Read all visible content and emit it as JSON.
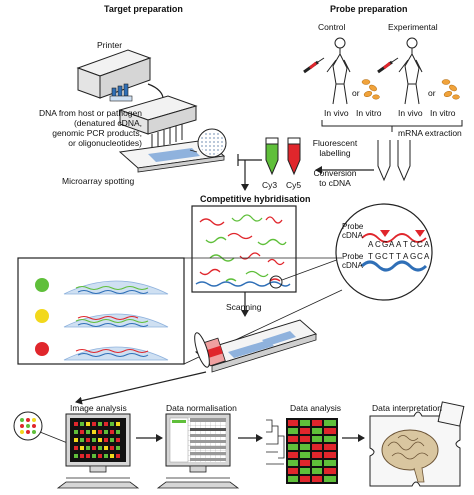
{
  "headers": {
    "target_preparation": "Target preparation",
    "probe_preparation": "Probe preparation",
    "competitive_hybridisation": "Competitive hybridisation"
  },
  "target": {
    "printer": "Printer",
    "dna_source": [
      "DNA from host or pathogen",
      "(denatured cDNA,",
      "genomic PCR products,",
      "or oligonucleotides)"
    ],
    "spotting": "Microarray spotting"
  },
  "probe": {
    "control": "Control",
    "experimental": "Experimental",
    "or_1": "or",
    "or_2": "or",
    "in_vivo_1": "In vivo",
    "in_vitro_1": "In vitro",
    "in_vivo_2": "In vivo",
    "in_vitro_2": "In vitro",
    "mrna_extraction": "mRNA extraction",
    "fluorescent_labelling": [
      "Fluorescent",
      "labelling"
    ],
    "conversion": [
      "Conversion",
      "to cDNA"
    ],
    "cy3": "Cy3",
    "cy5": "Cy5"
  },
  "hybrid_zoom": {
    "probe_cdna_1": [
      "Probe",
      "cDNA"
    ],
    "probe_cdna_2": [
      "Probe",
      "cDNA"
    ],
    "top_seq": [
      "A",
      "C",
      "G",
      "A",
      "A",
      "T",
      "C",
      "C",
      "A"
    ],
    "bottom_seq": [
      "T",
      "G",
      "C",
      "T",
      "T",
      "A",
      "G",
      "C",
      "A"
    ]
  },
  "pipeline": {
    "scanning": "Scanning",
    "image_analysis": "Image analysis",
    "data_normalisation": "Data normalisation",
    "data_analysis": "Data analysis",
    "data_interpretation": "Data interpretation"
  },
  "colors": {
    "green": "#5fbf3a",
    "red": "#e0262c",
    "yellow": "#f2d81c",
    "blue": "#2f6fb7",
    "slide_blue": "#8fb2dd",
    "box_blue": "#cfe0f2",
    "light_blue": "#e6eff8",
    "orange": "#f0a23a",
    "tan": "#d9c6a0"
  }
}
